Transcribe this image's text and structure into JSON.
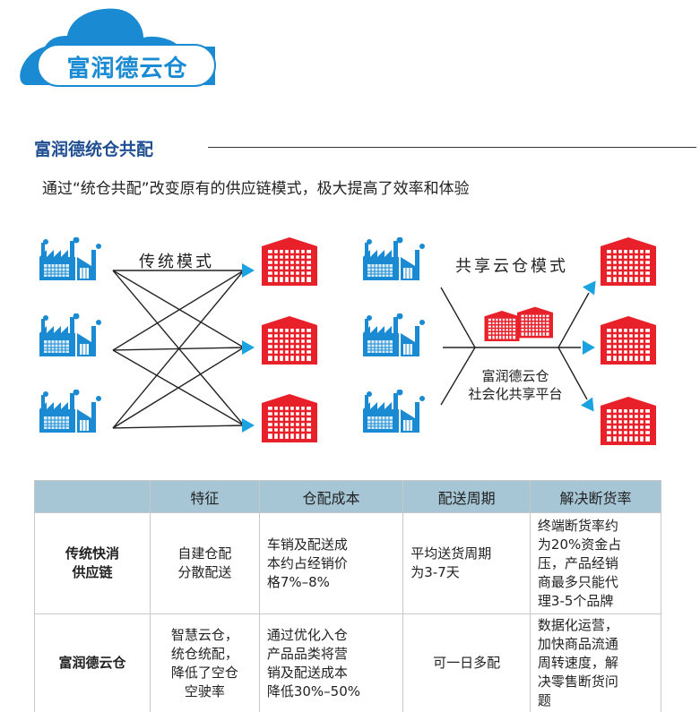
{
  "logo": {
    "text": "富润德云仓"
  },
  "section": {
    "title": "富润德统仓共配",
    "subtitle": "通过“统仓共配”改变原有的供应链模式，极大提高了效率和体验"
  },
  "diagram": {
    "traditional_label": "传统模式",
    "shared_label": "共享云仓模式",
    "platform_line1": "富润德云仓",
    "platform_line2": "社会化共享平台"
  },
  "colors": {
    "brand_blue": "#1a8bd2",
    "warehouse_red": "#e8202a",
    "arrow_blue": "#1aa3e0",
    "header_bg": "#a6c6d6"
  },
  "table": {
    "headers": [
      "",
      "特征",
      "仓配成本",
      "配送周期",
      "解决断货率"
    ],
    "rows": [
      {
        "name": "传统快消\n供应链",
        "features": "自建仓配\n分散配送",
        "cost": "车销及配送成\n本约占经销价\n格7%–8%",
        "cycle": "平均送货周期\n为3-7天",
        "stockout": "终端断货率约\n为20%资金占\n压，产品经销\n商最多只能代\n理3-5个品牌"
      },
      {
        "name": "富润德云仓",
        "features": "智慧云仓，\n统仓统配，\n降低了空仓\n空驶率",
        "cost": "通过优化入仓\n产品品类将营\n销及配送成本\n降低30%–50%",
        "cycle": "可一日多配",
        "stockout": "数据化运营，\n加快商品流通\n周转速度，解\n决零售断货问\n题"
      }
    ]
  }
}
